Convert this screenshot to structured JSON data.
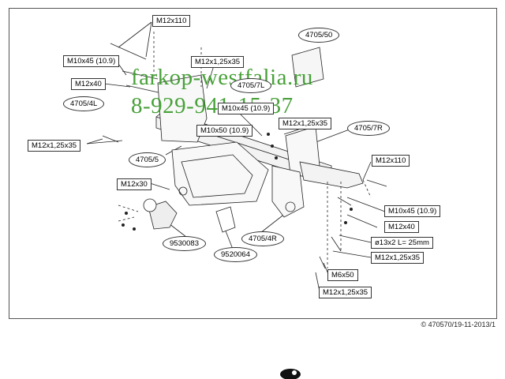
{
  "watermark": {
    "line1": "farkop-westfalia.ru",
    "line2": "8-929-941-15-37",
    "color": "#3a9a2a"
  },
  "labels": {
    "l1": "M12x110",
    "l2": "M10x45 (10.9)",
    "l3": "M12x40",
    "l4": "M12x1,25x35",
    "l5": "M12x1,25x35",
    "l6": "M10x45 (10.9)",
    "l7": "M10x50 (10.9)",
    "l8": "M12x1,25x35",
    "l9": "M12x30",
    "l10": "M12x110",
    "l11": "M10x45 (10.9)",
    "l12": "M12x40",
    "l13": "ø13x2 L= 25mm",
    "l14": "M12x1,25x35",
    "l15": "M6x50",
    "l16": "M12x1,25x35"
  },
  "parts": {
    "p1": "4705/50",
    "p2": "4705/4L",
    "p3": "4705/7L",
    "p4": "4705/7R",
    "p5": "4705/5",
    "p6": "9530083",
    "p7": "9520064",
    "p8": "4705/4R"
  },
  "footer": "© 470570/19-11-2013/1"
}
